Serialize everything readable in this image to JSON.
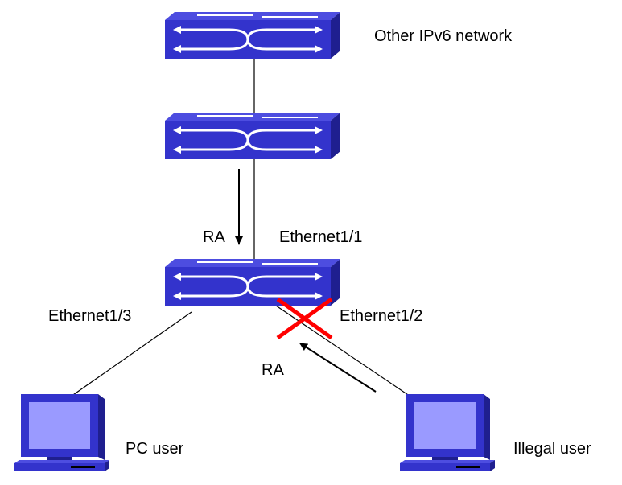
{
  "labels": {
    "other_network": "Other IPv6 network",
    "ra_top": "RA",
    "port_1_1": "Ethernet1/1",
    "port_1_3": "Ethernet1/3",
    "port_1_2": "Ethernet1/2",
    "ra_bottom": "RA",
    "pc_user": "PC user",
    "illegal_user": "Illegal user"
  },
  "colors": {
    "switch_fill": "#3333cc",
    "switch_side": "#1f1f8f",
    "switch_top": "#4d4de0",
    "screen": "#9a9aff",
    "block_mark": "#ff0000"
  },
  "icons": [
    "switch-icon",
    "computer-icon",
    "block-x-icon",
    "arrow-icon"
  ]
}
